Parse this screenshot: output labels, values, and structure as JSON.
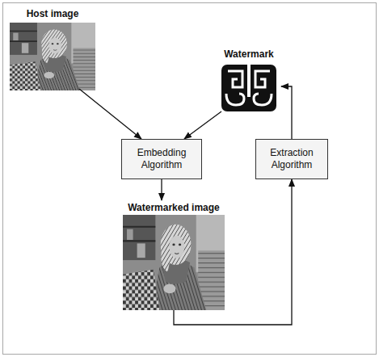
{
  "diagram": {
    "nodes": [
      {
        "text": [
          "Host image"
        ]
      },
      {
        "text": [
          "Watermark"
        ]
      },
      {
        "text": [
          "Embedding Algorithm"
        ]
      },
      {
        "text": [
          "Extraction Algorithm"
        ]
      },
      {
        "text": [
          "Watermarked image"
        ]
      }
    ],
    "edges": [
      {
        "from": 0,
        "to": 2,
        "arrow": "to"
      },
      {
        "from": 1,
        "to": 2,
        "arrow": "to"
      },
      {
        "from": 2,
        "to": 4,
        "arrow": "to"
      },
      {
        "from": 4,
        "to": 3,
        "arrow": "to"
      },
      {
        "from": 3,
        "to": 1,
        "arrow": "to"
      }
    ]
  }
}
